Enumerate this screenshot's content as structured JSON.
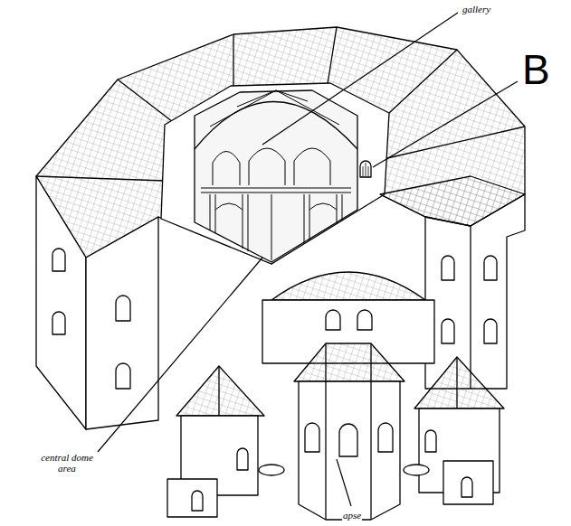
{
  "diagram": {
    "labels": [
      "gallery",
      "B",
      "central dome area",
      "apse"
    ]
  }
}
